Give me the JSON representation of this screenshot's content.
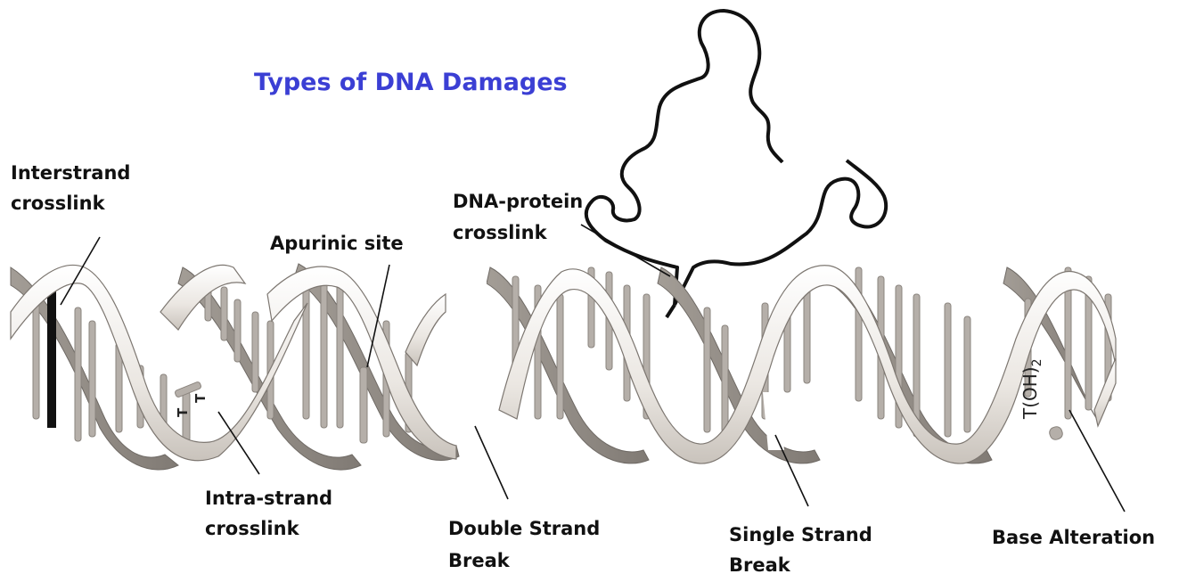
{
  "title": "Types of DNA Damages",
  "colors": {
    "title": "#3b3fd4",
    "ribbon_light": "#f4f2ee",
    "ribbon_dark": "#8f8a84",
    "rung": "#a19b95",
    "ink": "#111111"
  },
  "labels": {
    "interstrand_1": "Interstrand",
    "interstrand_2": "crosslink",
    "apurinic": "Apurinic site",
    "dna_protein_1": "DNA-protein",
    "dna_protein_2": "crosslink",
    "intrastrand_1": "Intra-strand",
    "intrastrand_2": "crosslink",
    "dsb_1": "Double Strand",
    "dsb_2": "Break",
    "ssb_1": "Single Strand",
    "ssb_2": "Break",
    "base_alt": "Base Alteration"
  },
  "annotations": {
    "base_mark": "T(OH)",
    "base_mark_sub": "2",
    "intra_mark": "T",
    "intra_mark2": "T"
  }
}
